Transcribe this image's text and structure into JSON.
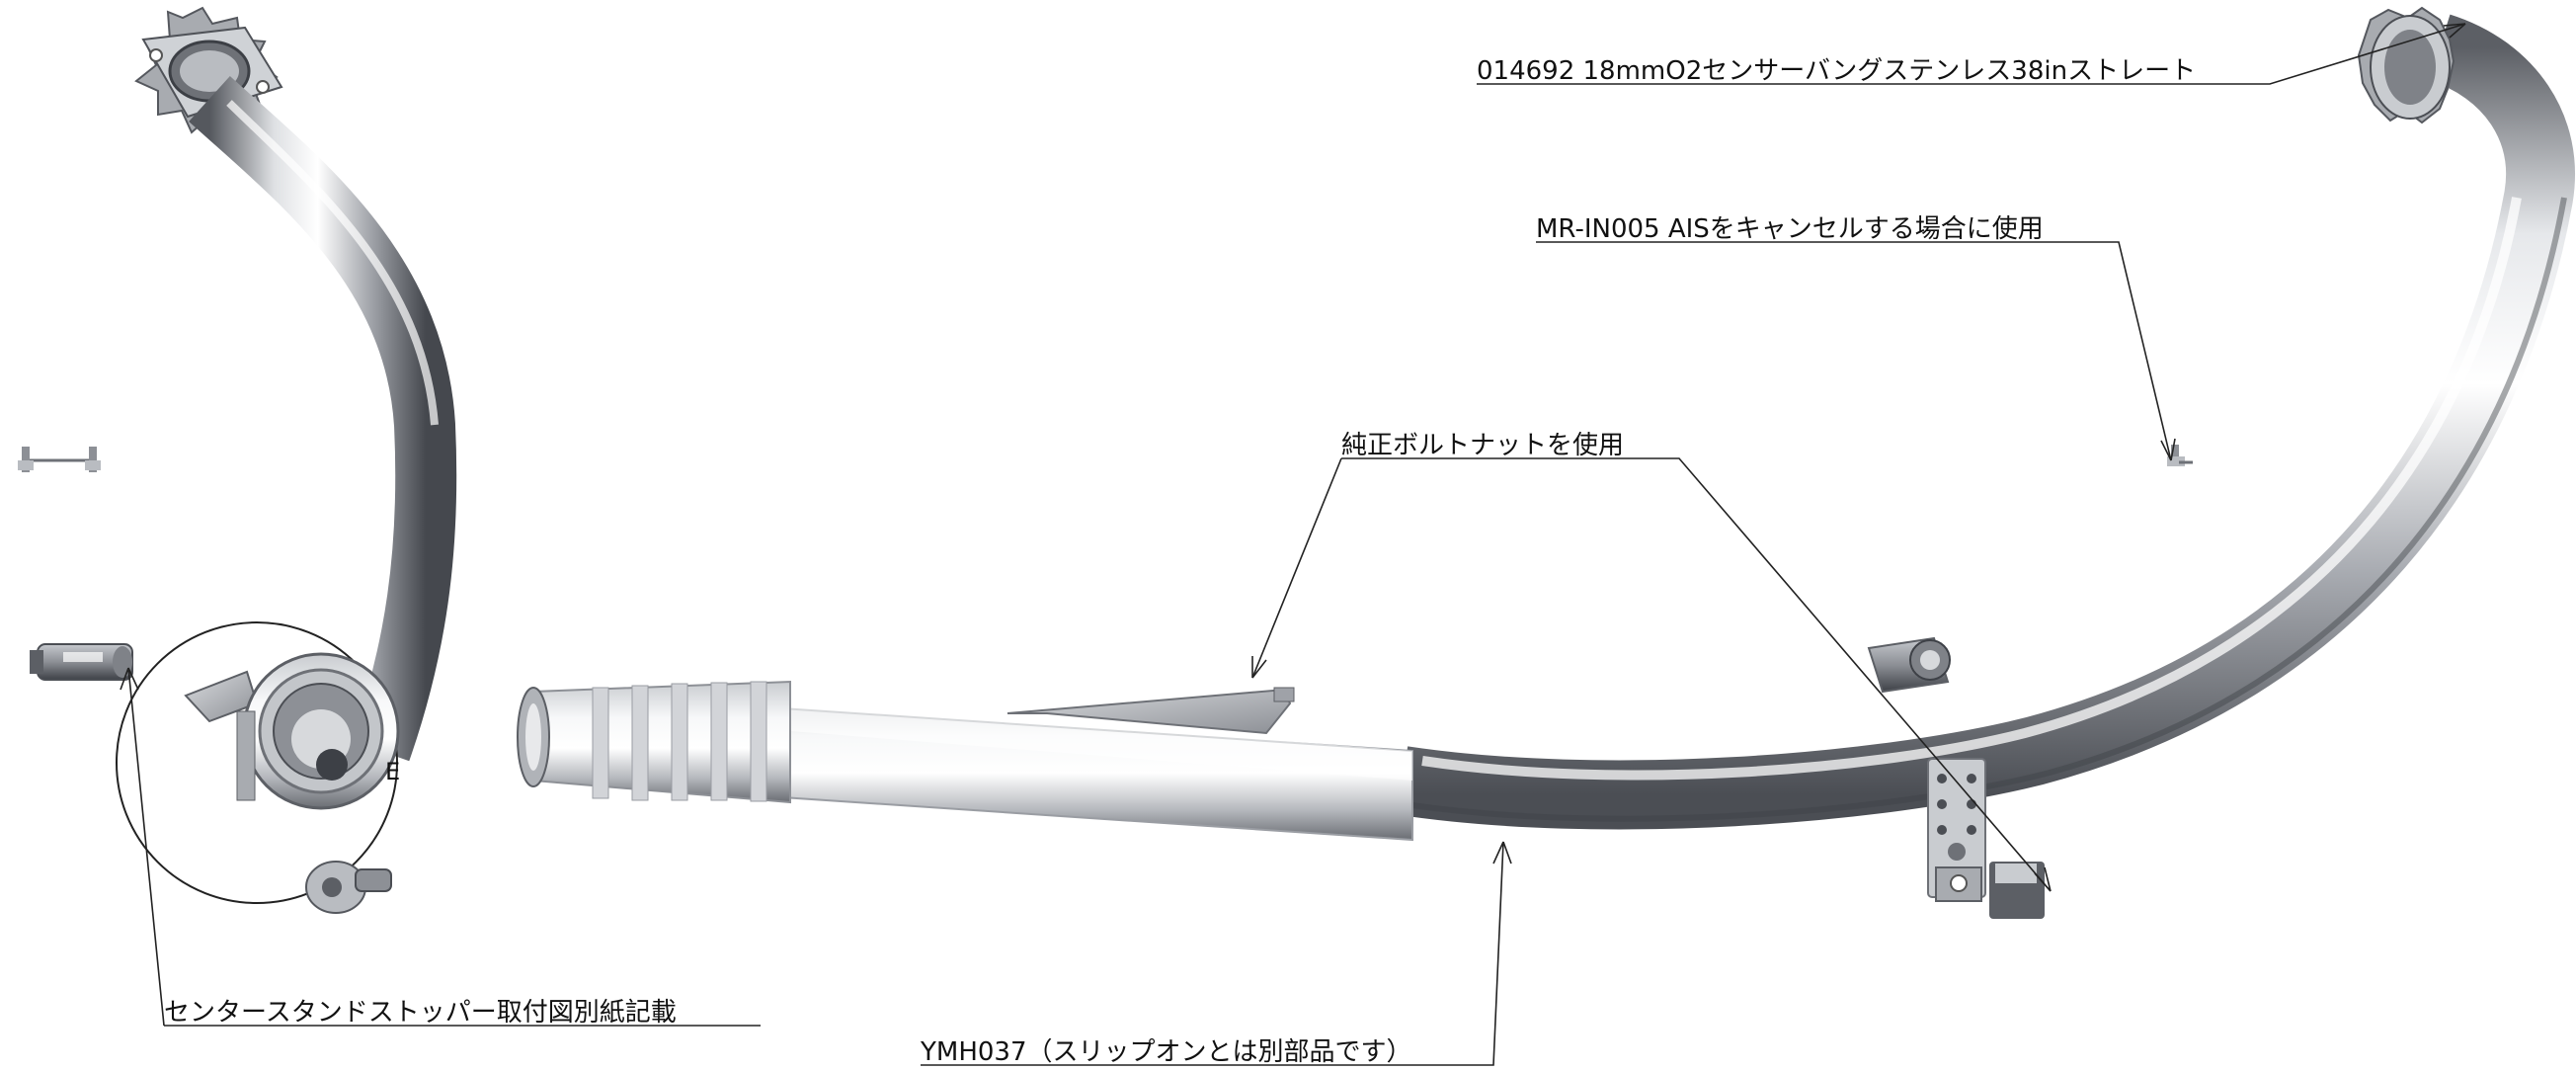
{
  "labels": {
    "o2_sensor_bung": "014692 18mmO2センサーバングステンレス38inストレート",
    "ais_cancel": "MR-IN005 AISをキャンセルする場合に使用",
    "oem_bolt_nut": "純正ボルトナットを使用",
    "center_stand": "センタースタンドストッパー取付図別紙記載",
    "slip_on": "YMH037（スリップオンとは別部品です）",
    "detail_letter": "E"
  },
  "colors": {
    "steel_light": "#f2f3f5",
    "steel_mid": "#b8bbc0",
    "steel_dark": "#5c5f65",
    "leader": "#222222",
    "background": "#ffffff"
  }
}
